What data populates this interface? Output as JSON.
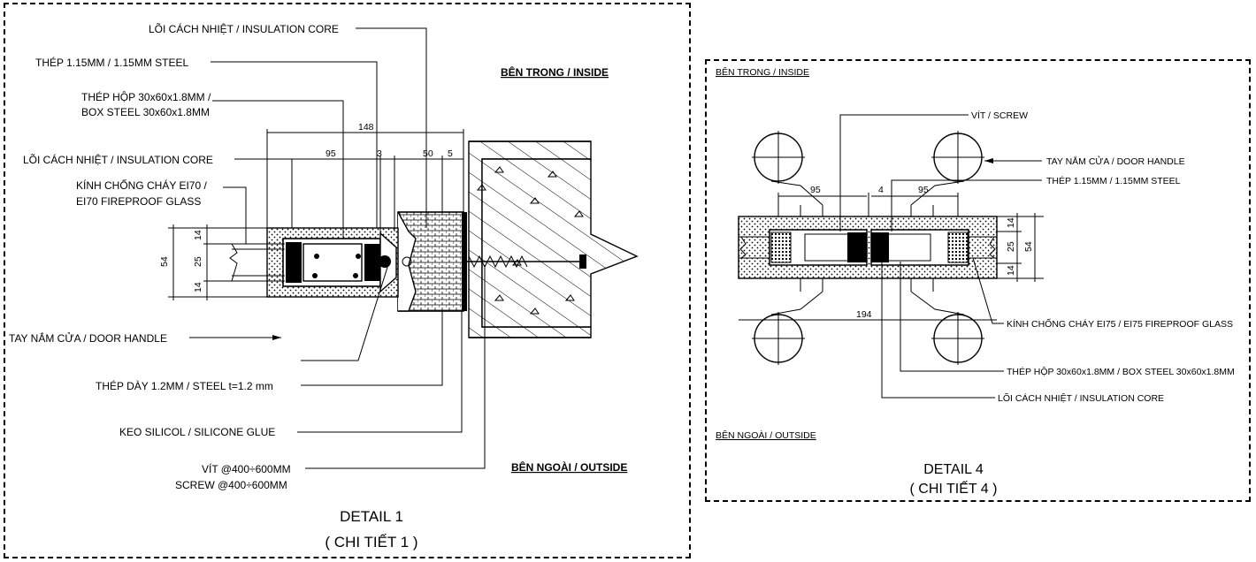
{
  "detail1": {
    "labels": {
      "insulation_core_top": "LÕI CÁCH NHIỆT / INSULATION CORE",
      "steel_115": "THÉP 1.15MM / 1.15MM STEEL",
      "box_steel_l1": "THÉP HỘP 30x60x1.8MM /",
      "box_steel_l2": "BOX STEEL 30x60x1.8MM",
      "insulation_core_mid": "LÕI CÁCH NHIỆT / INSULATION CORE",
      "glass_l1": "KÍNH CHỐNG CHÁY EI70 /",
      "glass_l2": "EI70 FIREPROOF GLASS",
      "door_handle": "TAY NẮM CỬA / DOOR HANDLE",
      "steel_12": "THÉP DÀY 1.2MM /  STEEL t=1.2 mm",
      "silicone": "KEO SILICOL / SILICONE GLUE",
      "screw_l1": "VÍT @400÷600MM",
      "screw_l2": "SCREW @400÷600MM",
      "inside": "BÊN TRONG / INSIDE",
      "outside": "BÊN NGOÀI / OUTSIDE"
    },
    "dimensions": {
      "d148": "148",
      "d95": "95",
      "d3": "3",
      "d50": "50",
      "d5": "5",
      "d14a": "14",
      "d25": "25",
      "d14b": "14",
      "d54": "54"
    },
    "title_l1": "DETAIL 1",
    "title_l2": "( CHI TIẾT 1 )"
  },
  "detail4": {
    "labels": {
      "inside": "BÊN TRONG / INSIDE",
      "screw": "VÍT / SCREW",
      "door_handle": "TAY NẮM CỬA / DOOR HANDLE",
      "steel_115": "THÉP 1.15MM / 1.15MM STEEL",
      "glass": "KÍNH CHỐNG CHÁY EI75 / EI75 FIREPROOF GLASS",
      "box_steel": "THÉP HỘP 30x60x1.8MM / BOX STEEL 30x60x1.8MM",
      "insulation_core": "LÕI CÁCH NHIỆT / INSULATION CORE",
      "outside": "BÊN NGOÀI / OUTSIDE"
    },
    "dimensions": {
      "d95a": "95",
      "d4": "4",
      "d95b": "95",
      "d14a": "14",
      "d25": "25",
      "d14b": "14",
      "d54": "54",
      "d194": "194"
    },
    "title_l1": "DETAIL 4",
    "title_l2": "( CHI TIẾT 4 )"
  }
}
